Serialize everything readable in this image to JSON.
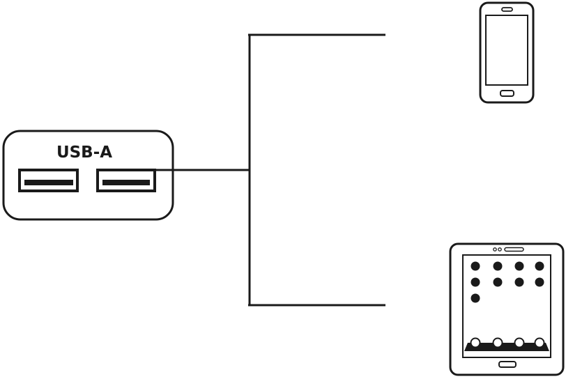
{
  "charger": {
    "label": "USB-A",
    "ports": [
      {
        "name": "port-1",
        "connected": false
      },
      {
        "name": "port-2",
        "connected": true
      }
    ]
  },
  "devices": [
    {
      "name": "smartphone",
      "icon": "smartphone-icon"
    },
    {
      "name": "tablet",
      "icon": "tablet-icon"
    }
  ],
  "colors": {
    "stroke": "#1a1a1a",
    "background": "#ffffff"
  }
}
